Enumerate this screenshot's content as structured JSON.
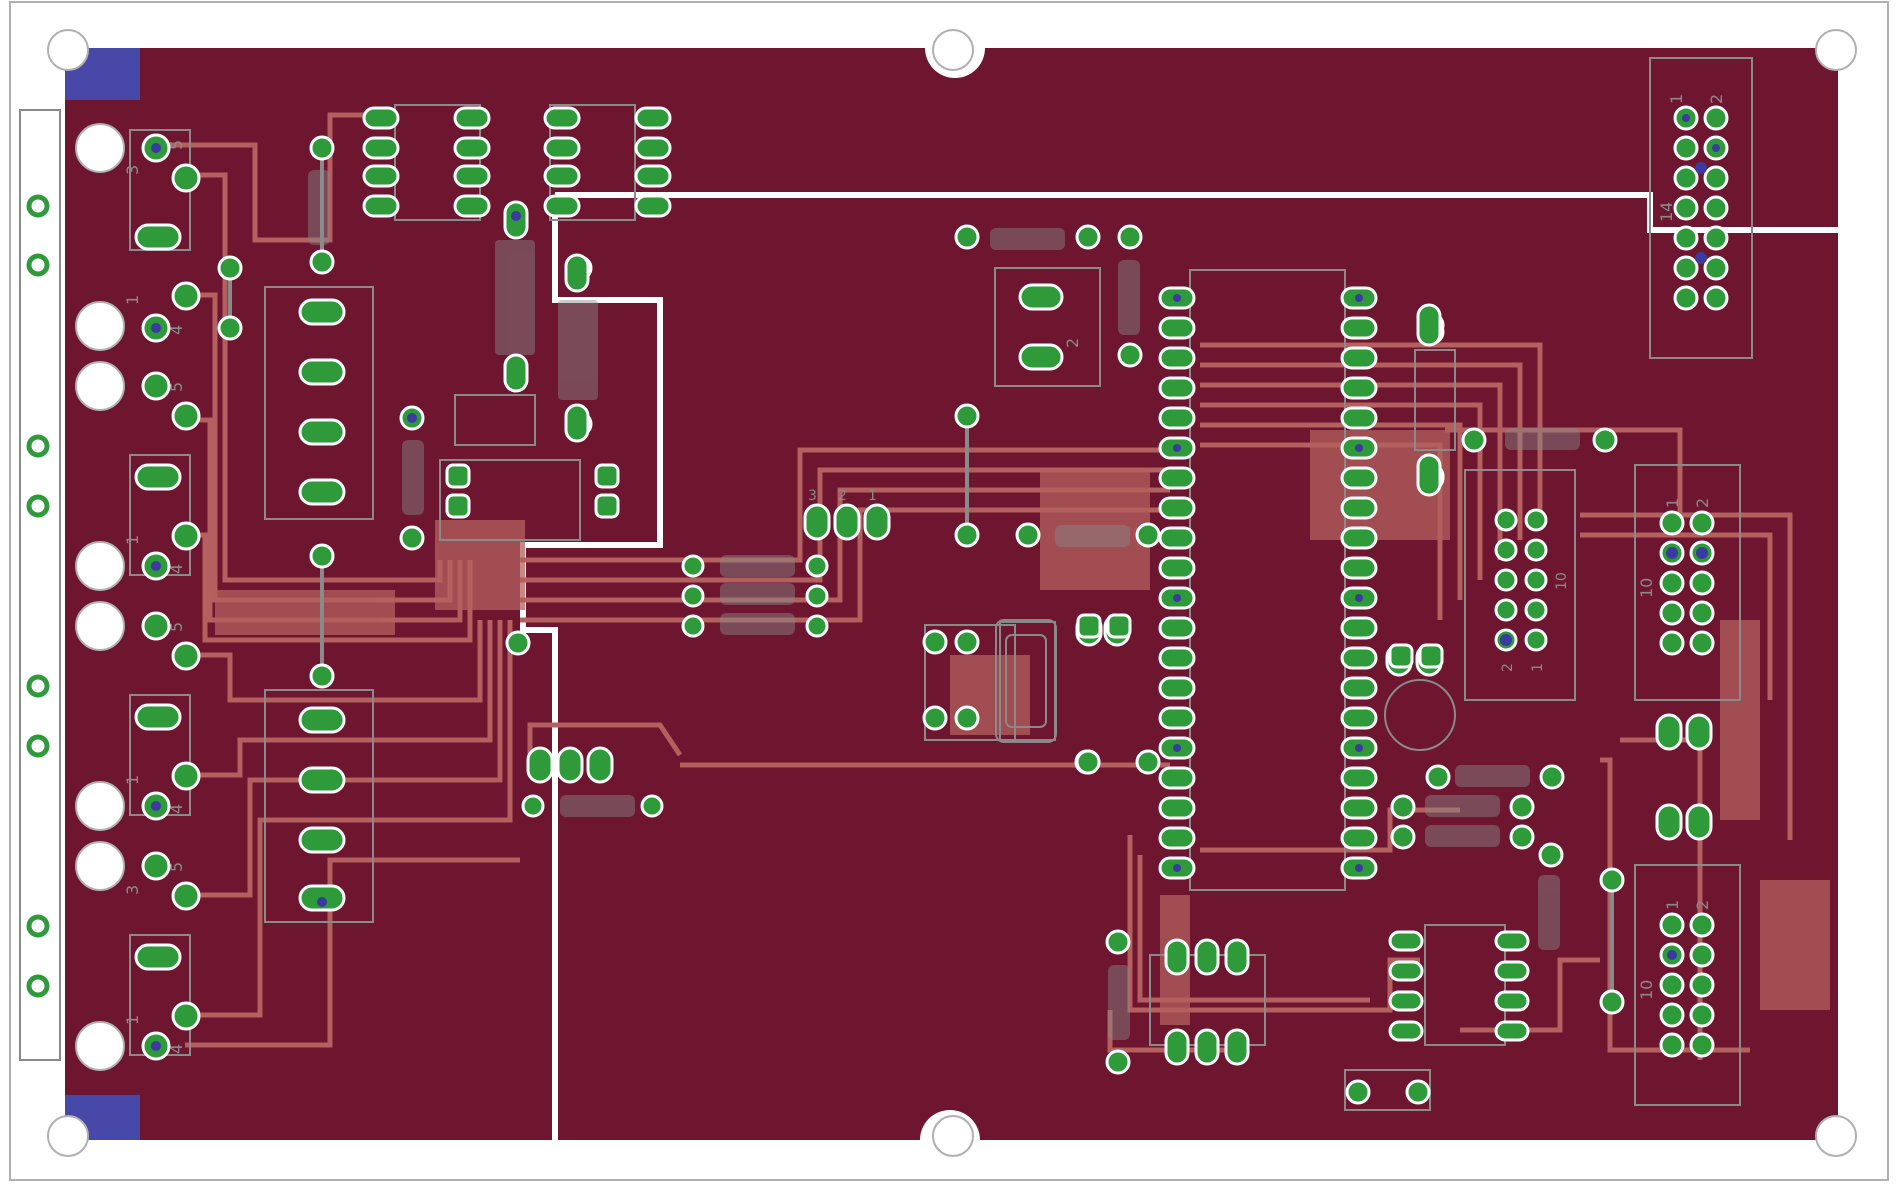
{
  "colors": {
    "background": "#ffffff",
    "board_outline": "#b0b0b0",
    "copper_fill": "#6e1530",
    "trace": "#b3605e",
    "pad_ring": "#2e9a3a",
    "via_blue": "#3a3aa0",
    "silkscreen": "#8a8a8a",
    "isolation": "#ffffff",
    "corner_blue": "#4848a8"
  },
  "silkscreen": {
    "conn_left_labels": [
      "3",
      "5",
      "1",
      "4",
      "5",
      "1",
      "4",
      "5",
      "1",
      "4",
      "5",
      "3",
      "1",
      "4"
    ],
    "header_top_right": [
      "1",
      "2",
      "14"
    ],
    "header_mid_right": [
      "1",
      "2",
      "10"
    ],
    "header_bottom_right": [
      "1",
      "2",
      "10"
    ],
    "header_inner": [
      "2",
      "1",
      "10"
    ],
    "pot_labels": [
      "3",
      "2",
      "1"
    ],
    "trim_label": "2"
  }
}
